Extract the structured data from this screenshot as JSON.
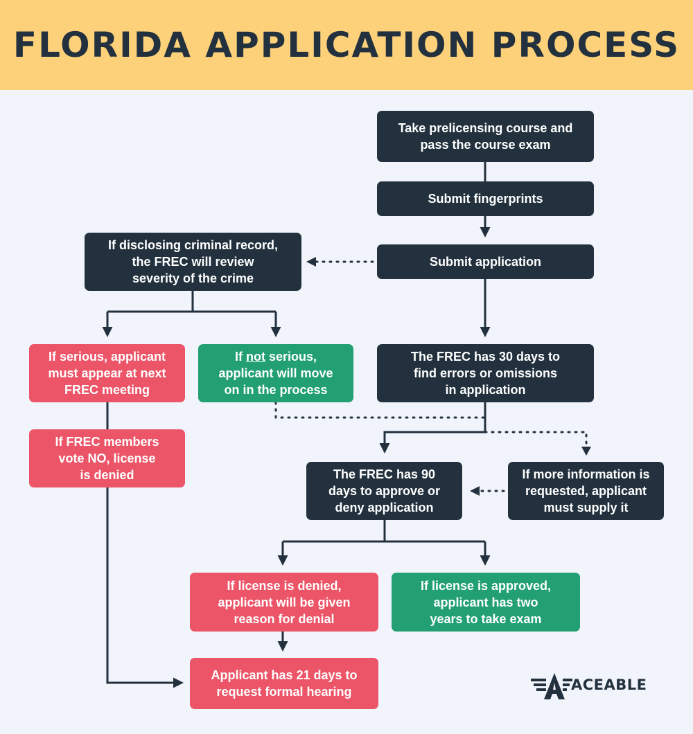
{
  "header": {
    "title": "FLORIDA APPLICATION PROCESS"
  },
  "steps": {
    "prelicensing": "Take prelicensing course and\npass the course exam",
    "fingerprints": "Submit fingerprints",
    "application": "Submit application",
    "criminal_review": "If disclosing criminal record,\nthe FREC will review\nseverity of the crime",
    "serious": "If serious, applicant\nmust appear at next\nFREC meeting",
    "not_serious_pre": "If ",
    "not_serious_em": "not",
    "not_serious_post": " serious,\napplicant will move\non in the process",
    "review_30": "The FREC has 30 days to\nfind errors or omissions\nin application",
    "vote_no": "If FREC members\nvote NO, license\nis denied",
    "approve_90": "The FREC has 90\ndays to approve or\ndeny application",
    "more_info": "If more information is\nrequested, applicant\nmust supply it",
    "denied": "If license is denied,\napplicant will be given\nreason for denial",
    "approved": "If license is approved,\napplicant has two\nyears to take exam",
    "hearing": "Applicant has 21 days to\nrequest formal hearing"
  },
  "logo": {
    "text": "ACEABLE"
  },
  "colors": {
    "header_bg": "#fdd07a",
    "background": "#f1f4fb",
    "dark": "#22313d",
    "red": "#ec5467",
    "green": "#22a073"
  }
}
